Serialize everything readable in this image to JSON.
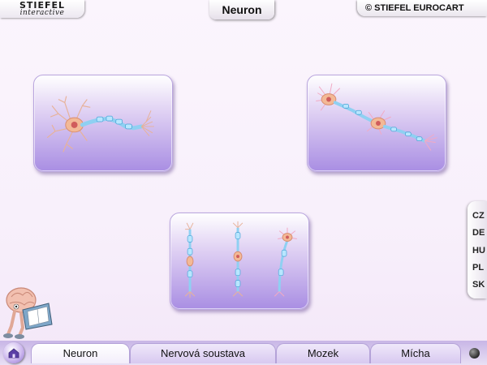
{
  "header": {
    "logo_top": "STIEFEL",
    "logo_bottom": "interactive",
    "title": "Neuron",
    "copyright": "© STIEFEL EUROCART"
  },
  "tiles": [
    {
      "id": "neuron-single",
      "icon": "neuron-illustration"
    },
    {
      "id": "neuron-pair",
      "icon": "neuron-pair-illustration"
    },
    {
      "id": "neuron-types",
      "icon": "neuron-types-illustration"
    }
  ],
  "languages": [
    "CZ",
    "DE",
    "HU",
    "PL",
    "SK"
  ],
  "nav": {
    "home_icon": "home-icon",
    "tabs": [
      "Neuron",
      "Nervová soustava",
      "Mozek",
      "Mícha"
    ],
    "active_tab": "Neuron"
  },
  "colors": {
    "tile_top": "#ffffff",
    "tile_bottom": "#a98ee3",
    "nav_bar": "#c8b6e6",
    "background": "#fbf5fd"
  }
}
